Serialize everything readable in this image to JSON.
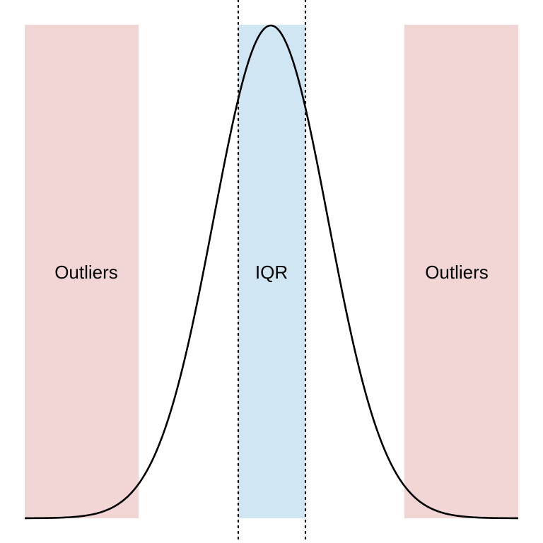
{
  "diagram": {
    "labels": {
      "left_region": "Outliers",
      "center_region": "IQR",
      "right_region": "Outliers"
    },
    "colors": {
      "outlier_fill": "#f2d6d5",
      "iqr_fill": "#d0e6f2",
      "curve": "#000000",
      "divider": "#000000",
      "background": "#ffffff"
    },
    "curve_shape": "normal-distribution",
    "divider_style": "dotted"
  }
}
